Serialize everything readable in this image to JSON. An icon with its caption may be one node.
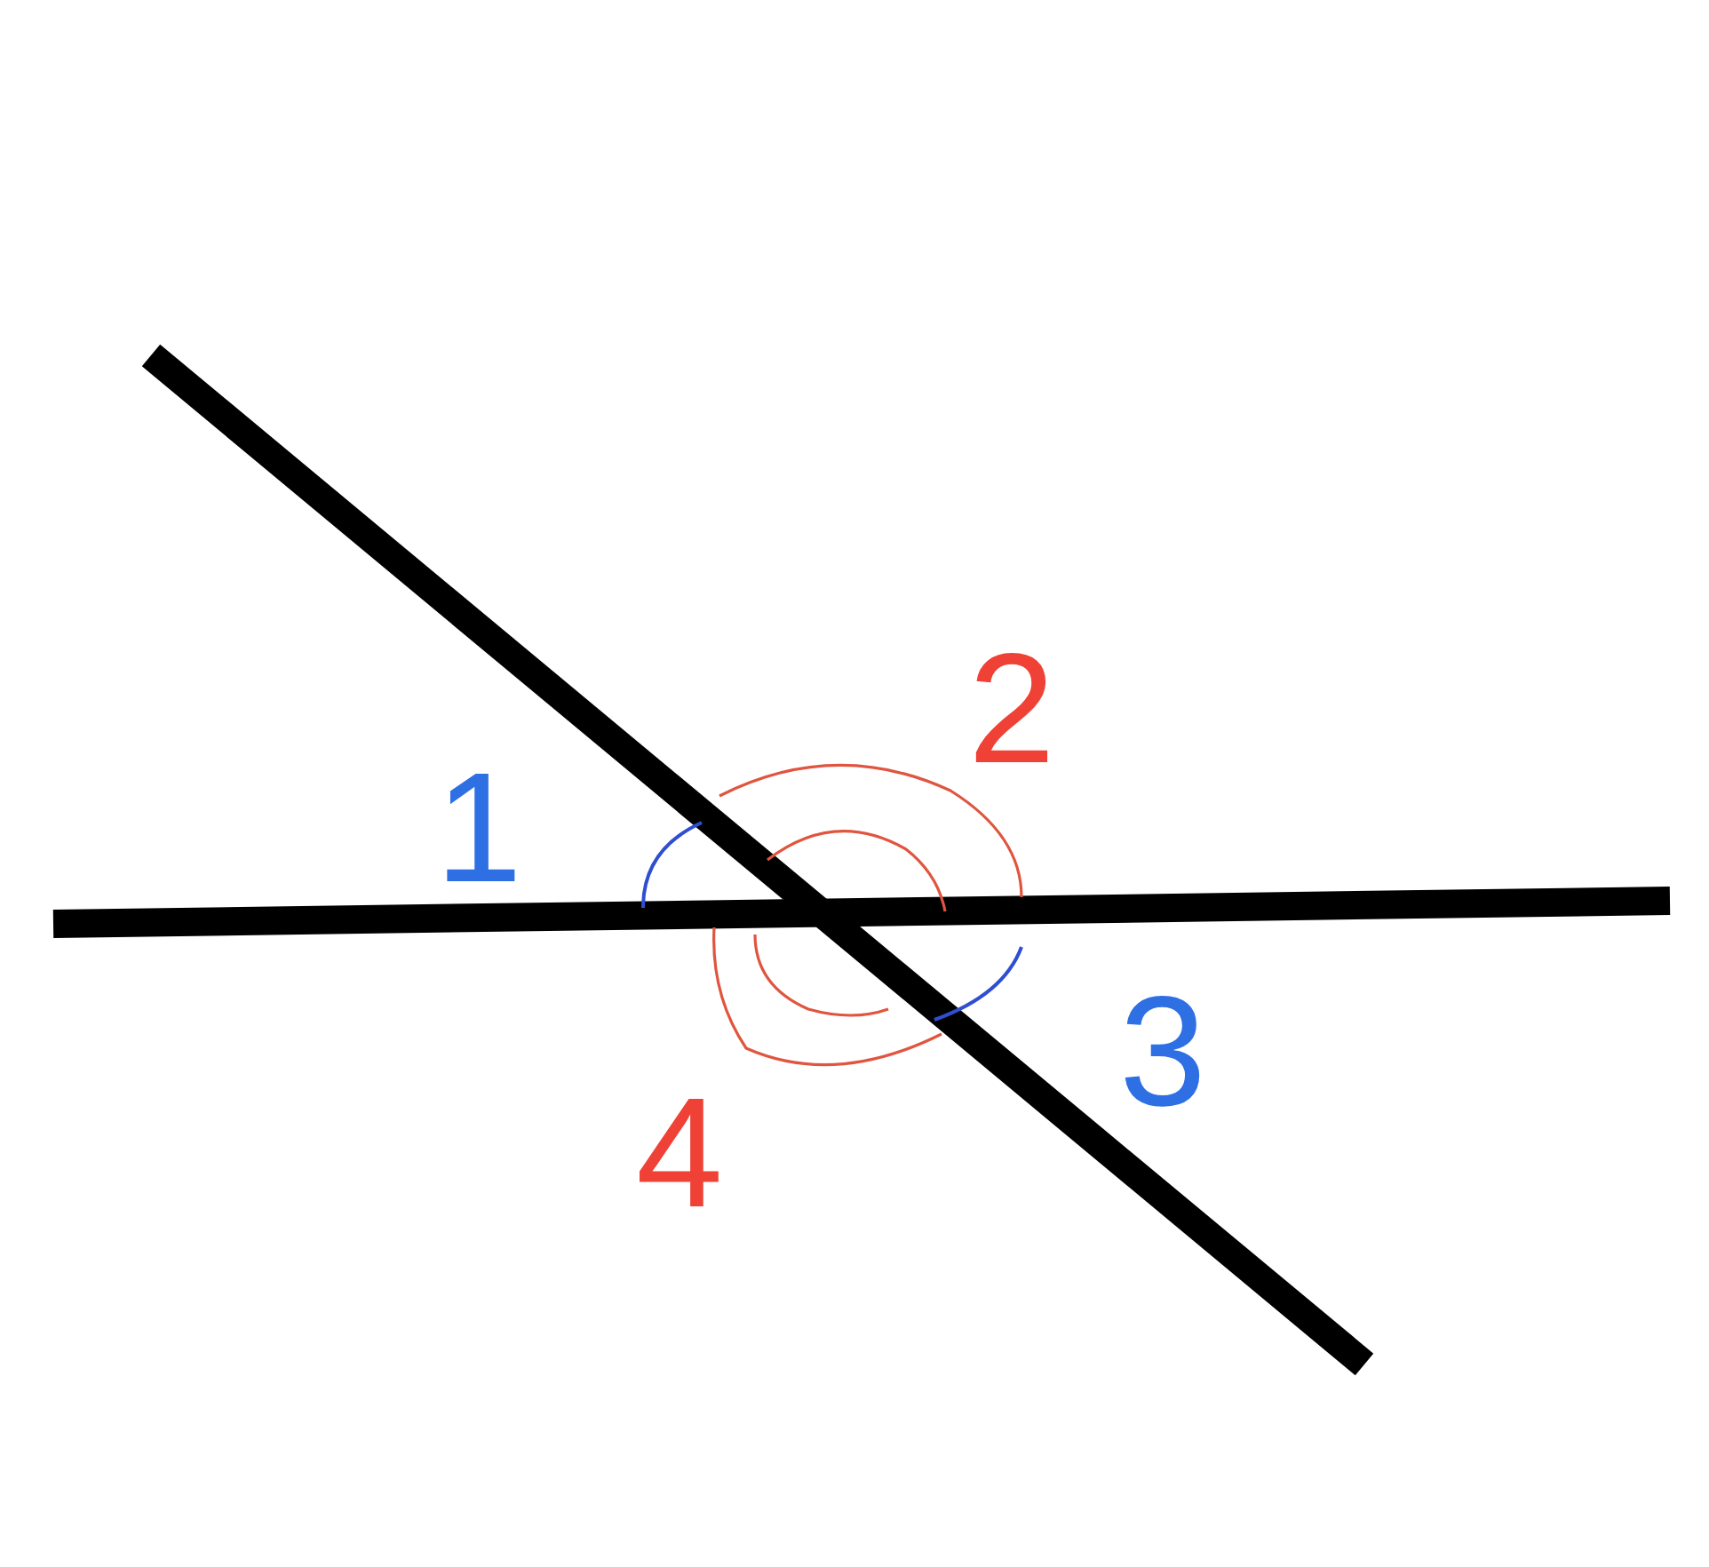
{
  "diagram": {
    "labels": [
      "2",
      "1",
      "3",
      "4"
    ]
  }
}
